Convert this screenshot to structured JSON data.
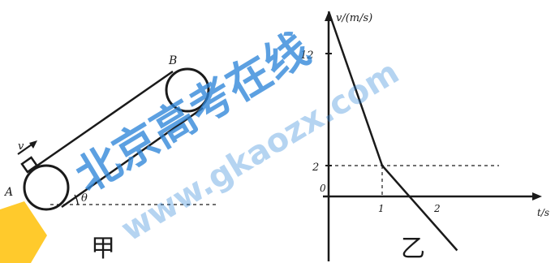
{
  "figure_jia": {
    "caption": "甲",
    "label_a": "A",
    "label_b": "B",
    "label_v": "v",
    "label_theta": "θ"
  },
  "figure_yi": {
    "caption": "乙",
    "y_axis_label": "v/(m/s)",
    "x_axis_label": "t/s",
    "origin_label": "0",
    "y_ticks": [
      "12",
      "2"
    ],
    "x_ticks": [
      "1",
      "2"
    ],
    "graph_points": [
      {
        "t": 0,
        "v": 12
      },
      {
        "t": 1,
        "v": 2
      },
      {
        "t": 2.4,
        "v": -3.5
      }
    ]
  },
  "watermark": {
    "brand": "北京高考在线",
    "url": "www.gkaozx.com",
    "color": "#2f86d9",
    "accent_color": "#ffc107"
  }
}
